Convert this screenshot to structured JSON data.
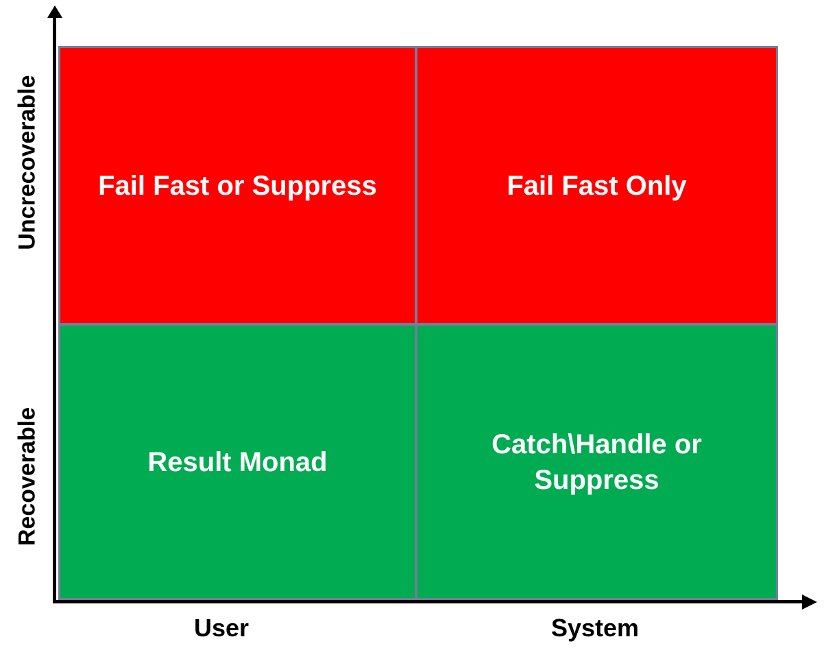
{
  "axes": {
    "y_top_label": "Uncrecoverable",
    "y_bottom_label": "Recoverable",
    "x_left_label": "User",
    "x_right_label": "System"
  },
  "quadrants": [
    {
      "position": "top-left",
      "row": "Uncrecoverable",
      "column": "User",
      "label": "Fail Fast or Suppress",
      "color": "#FF0000"
    },
    {
      "position": "top-right",
      "row": "Uncrecoverable",
      "column": "System",
      "label": "Fail Fast Only",
      "color": "#FF0000"
    },
    {
      "position": "bottom-left",
      "row": "Recoverable",
      "column": "User",
      "label": "Result Monad",
      "color": "#00AB51"
    },
    {
      "position": "bottom-right",
      "row": "Recoverable",
      "column": "System",
      "label": "Catch\\Handle or Suppress",
      "color": "#00AB51"
    }
  ],
  "colors": {
    "red": "#FF0000",
    "green": "#00AB51",
    "grid_border": "#727E9B",
    "axis": "#000000",
    "quadrant_text": "#FFFFFF",
    "axis_text": "#000000"
  }
}
